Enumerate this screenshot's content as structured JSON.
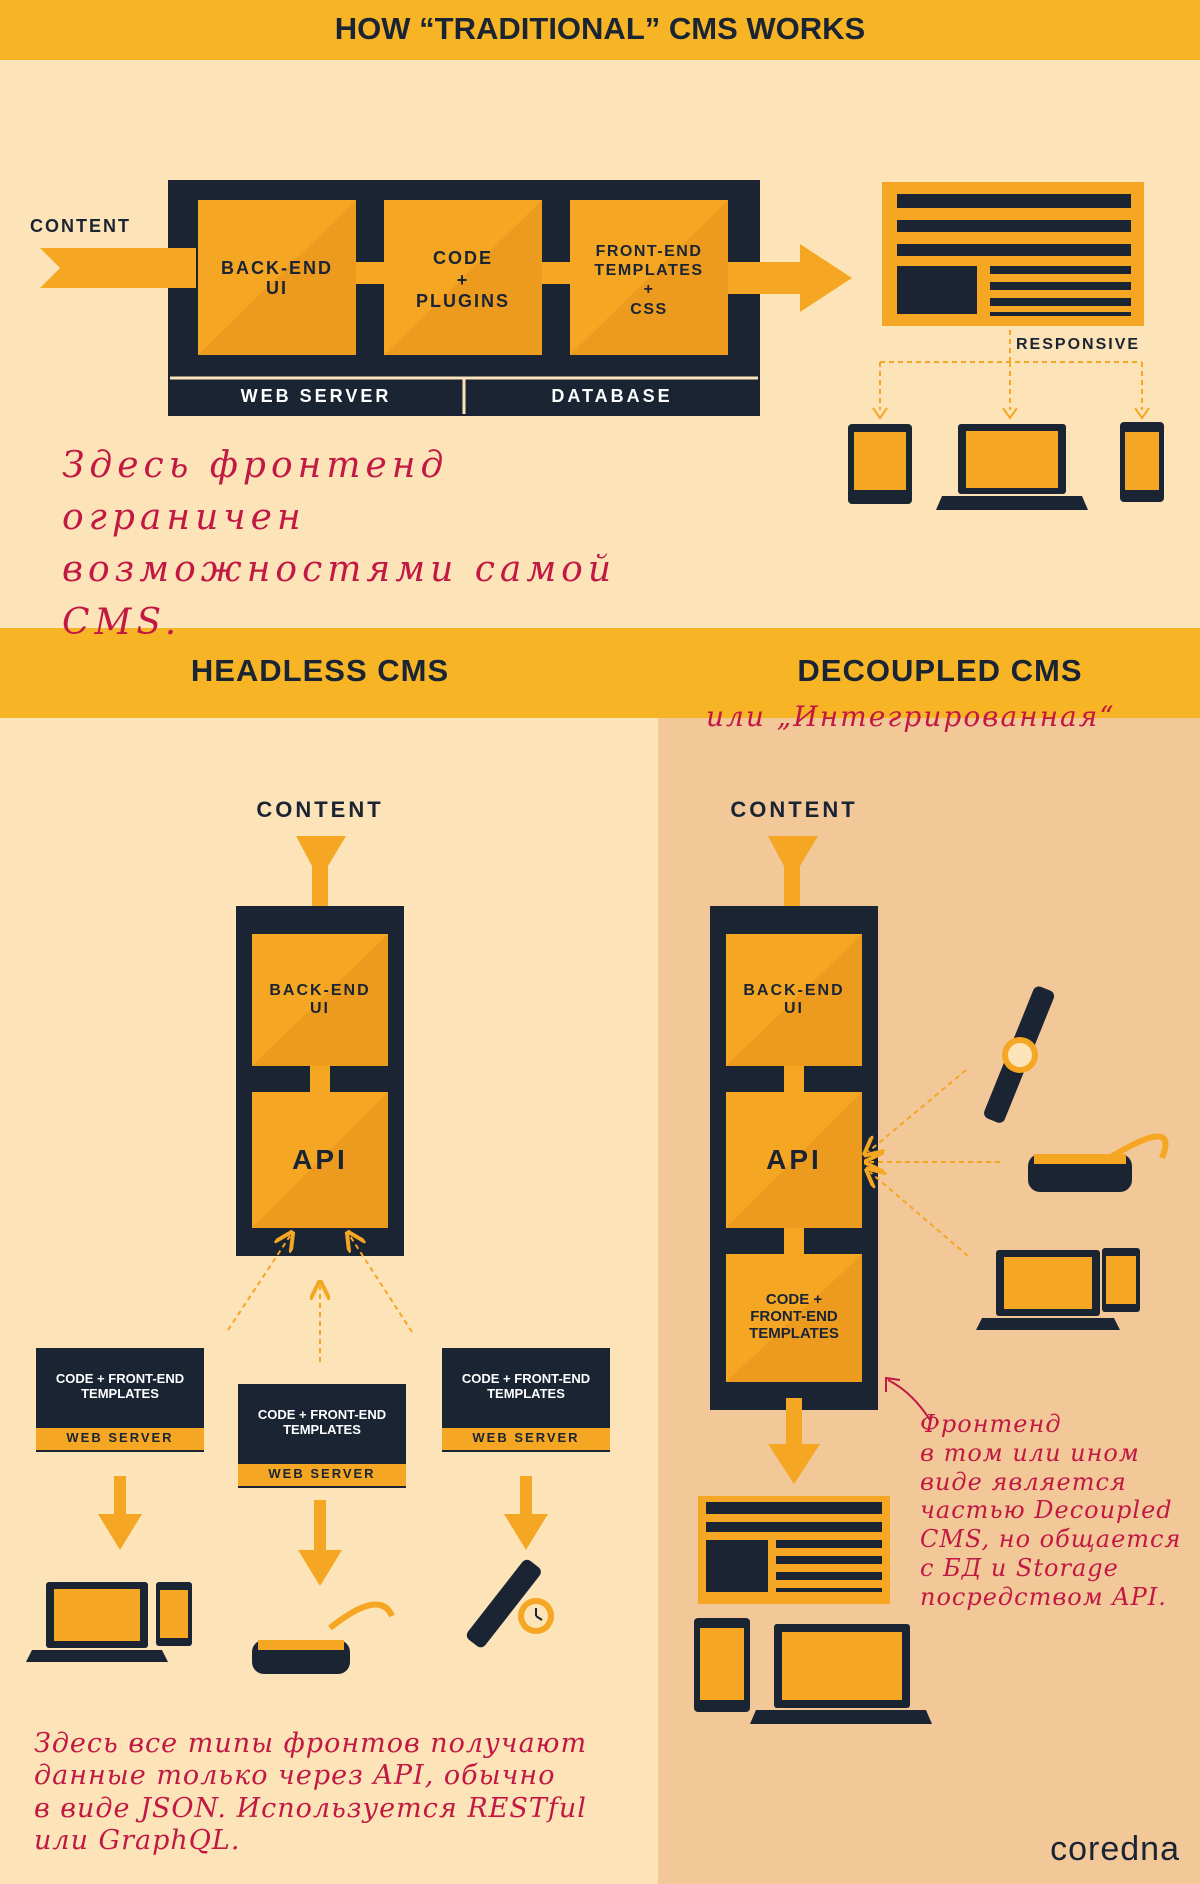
{
  "traditional": {
    "title": "HOW “TRADITIONAL” CMS WORKS",
    "content_label": "CONTENT",
    "box_backend": "BACK-END\nUI",
    "box_code": "CODE\n+\nPLUGINS",
    "box_frontend": "FRONT-END\nTEMPLATES\n+\nCSS",
    "web_server": "WEB SERVER",
    "database": "DATABASE",
    "responsive": "RESPONSIVE",
    "note": "Здесь фронтенд ограничен\nвозможностями самой CMS."
  },
  "headless": {
    "title": "HEADLESS CMS",
    "content_label": "CONTENT",
    "box_backend": "BACK-END\nUI",
    "box_api": "API",
    "server_templates": "CODE + FRONT-END\nTEMPLATES",
    "server_label": "WEB SERVER",
    "note": "Здесь все типы фронтов получают\nданные только через API, обычно\nв виде JSON. Используется RESTful\nили GraphQL."
  },
  "decoupled": {
    "title": "DECOUPLED CMS",
    "subtitle": "или „Интегрированная“",
    "content_label": "CONTENT",
    "box_backend": "BACK-END\nUI",
    "box_api": "API",
    "box_templates": "CODE +\nFRONT-END\nTEMPLATES",
    "note": "Фронтенд\nв том или ином\nвиде является\nчастью Decoupled\nCMS, но общается\nс БД и Storage\nпосредством API."
  },
  "brand": "coredna",
  "colors": {
    "background": "#fde4b8",
    "decoupled_panel": "#f2c899",
    "banner": "#f7b526",
    "dark": "#1a2433",
    "box": "#f5a623",
    "handwriting": "#c21844"
  }
}
